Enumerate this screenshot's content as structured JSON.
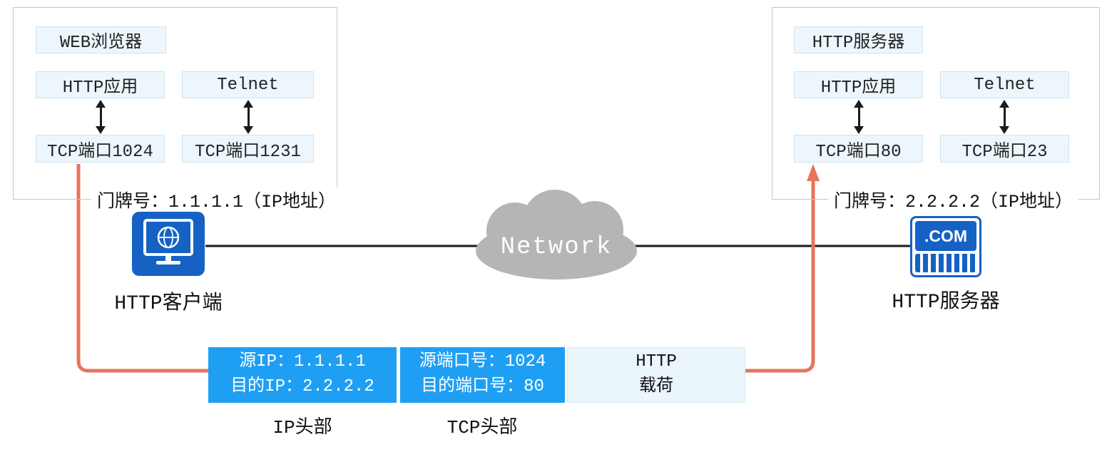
{
  "left_host": {
    "browser": "WEB浏览器",
    "http_app": "HTTP应用",
    "telnet": "Telnet",
    "tcp_http": "TCP端口1024",
    "tcp_telnet": "TCP端口1231",
    "address": "门牌号：1.1.1.1（IP地址）",
    "device": "HTTP客户端"
  },
  "right_host": {
    "server": "HTTP服务器",
    "http_app": "HTTP应用",
    "telnet": "Telnet",
    "tcp_http": "TCP端口80",
    "tcp_telnet": "TCP端口23",
    "address": "门牌号：2.2.2.2（IP地址）",
    "device": "HTTP服务器",
    "com": ".COM"
  },
  "network": {
    "label": "Network"
  },
  "packet": {
    "ip": {
      "line1": "源IP：1.1.1.1",
      "line2": "目的IP：2.2.2.2",
      "caption": "IP头部"
    },
    "tcp": {
      "line1": "源端口号：1024",
      "line2": "目的端口号：80",
      "caption": "TCP头部"
    },
    "payload": {
      "line1": "HTTP",
      "line2": "载荷"
    }
  },
  "colors": {
    "packet_blue": "#1f9ff3",
    "icon_blue": "#1562c4",
    "connector_orange": "#e8745b",
    "cloud_gray": "#b5b5b5",
    "node_bg": "#ecf6fc"
  }
}
